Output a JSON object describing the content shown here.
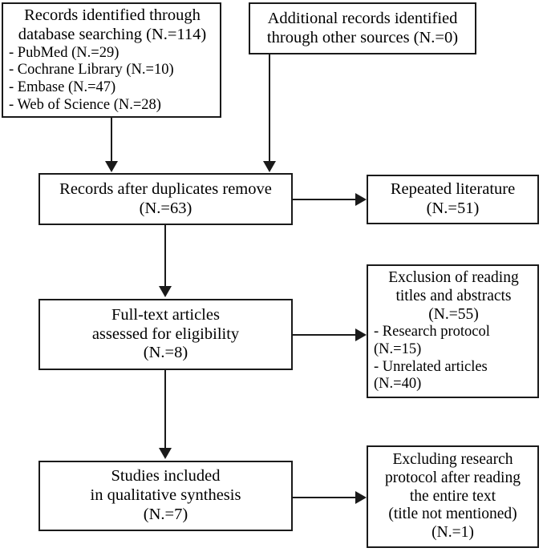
{
  "diagram": {
    "type": "prisma-flow-diagram",
    "title": "",
    "boxes": [
      {
        "id": "identification-database",
        "lines": [
          "Records identified through",
          "database searching (N.=114)",
          "- PubMed (N.=29)",
          "- Cochrane Library (N.=10)",
          "- Embase (N.=47)",
          "- Web of Science (N.=28)"
        ]
      },
      {
        "id": "identification-other-sources",
        "lines": [
          "Additional records identified",
          "through other sources (N.=0)"
        ]
      },
      {
        "id": "records-after-duplicates",
        "lines": [
          "Records after duplicates remove",
          "(N.=63)"
        ]
      },
      {
        "id": "repeated-literature",
        "lines": [
          "Repeated literature",
          "(N.=51)"
        ]
      },
      {
        "id": "full-text-articles",
        "lines": [
          "Full-text articles",
          "assessed for eligibility",
          "(N.=8)"
        ]
      },
      {
        "id": "exclusion-titles-abstracts",
        "lines": [
          "Exclusion of reading",
          "titles and abstracts",
          "(N.=55)",
          "- Research protocol",
          "(N.=15)",
          "- Unrelated articles",
          "(N.=40)"
        ]
      },
      {
        "id": "studies-included",
        "lines": [
          "Studies included",
          "in qualitative synthesis",
          "(N.=7)"
        ]
      },
      {
        "id": "excluding-research-protocol",
        "lines": [
          "Excluding research",
          "protocol after reading",
          "the entire text",
          "(title not mentioned)",
          "(N.=1)"
        ]
      }
    ],
    "colors": {
      "stroke": "#1a1a1a",
      "fill": "#ffffff",
      "text": "#000000"
    }
  }
}
